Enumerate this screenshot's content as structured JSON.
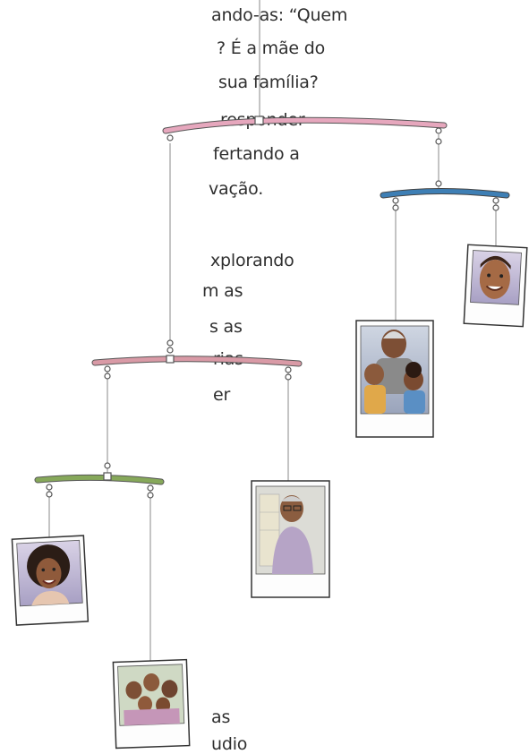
{
  "text_lines": [
    "ando-as: “Quem",
    "? É a mãe do",
    "sua família?",
    "responder",
    "fertando a",
    "vação.",
    "xplorando",
    "m   as",
    "s  as",
    "rias",
    "er",
    "as",
    "udio"
  ],
  "colors": {
    "top_bar": "#e6a7bd",
    "blue_bar": "#3e7fb5",
    "middle_bar": "#d99aa6",
    "green_bar": "#86a85a",
    "text": "#2f2f2f"
  },
  "illustration": {
    "photos": [
      "photo-smiling-child",
      "photo-grandparents-with-children",
      "photo-man-with-glasses",
      "photo-woman-curly-hair",
      "photo-family-group"
    ]
  }
}
